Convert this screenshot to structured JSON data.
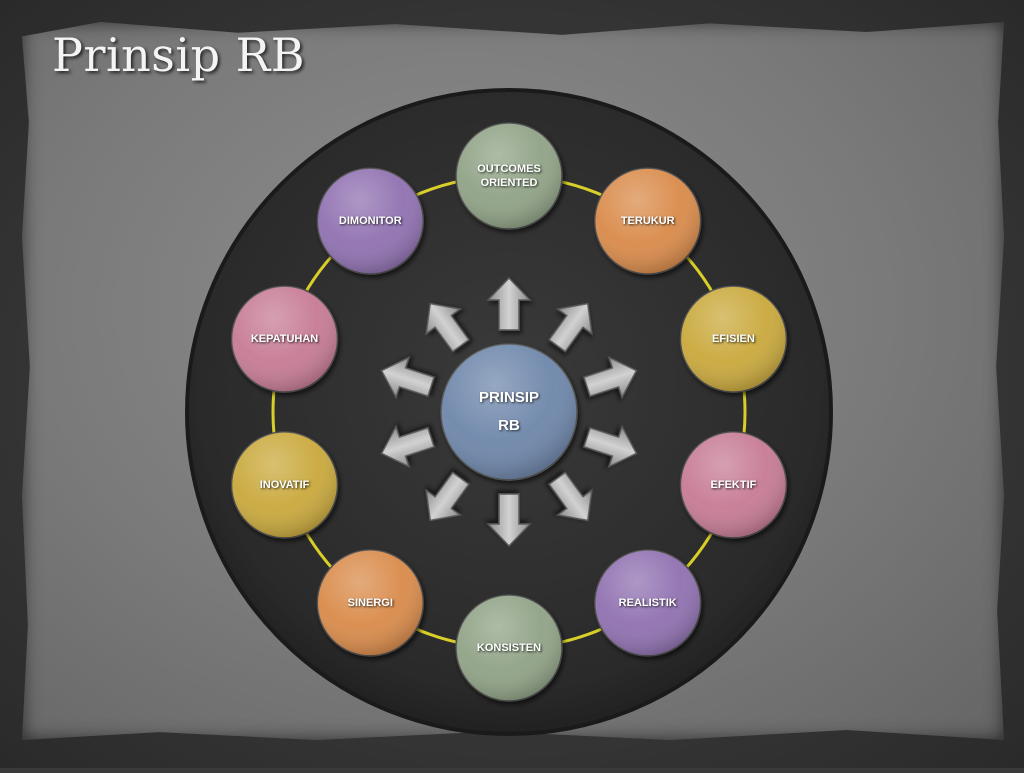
{
  "slide": {
    "title": "Prinsip RB"
  },
  "center": {
    "line1": "PRINSIP",
    "line2": "RB",
    "color": "#6d86aa"
  },
  "nodes": [
    {
      "key": "outcomes",
      "lines": [
        "OUTCOMES",
        "ORIENTED"
      ],
      "color": "#8fa285"
    },
    {
      "key": "terukur",
      "lines": [
        "TERUKUR"
      ],
      "color": "#d98a4a"
    },
    {
      "key": "efisien",
      "lines": [
        "EFISIEN"
      ],
      "color": "#c9a83a"
    },
    {
      "key": "efektif",
      "lines": [
        "EFEKTIF"
      ],
      "color": "#c67a93"
    },
    {
      "key": "realistik",
      "lines": [
        "REALISTIK"
      ],
      "color": "#8f6fb0"
    },
    {
      "key": "konsisten",
      "lines": [
        "KONSISTEN"
      ],
      "color": "#8fa285"
    },
    {
      "key": "sinergi",
      "lines": [
        "SINERGI"
      ],
      "color": "#d98a4a"
    },
    {
      "key": "inovatif",
      "lines": [
        "INOVATIF"
      ],
      "color": "#c9a83a"
    },
    {
      "key": "kepatuhan",
      "lines": [
        "KEPATUHAN"
      ],
      "color": "#c67a93"
    },
    {
      "key": "dimonitor",
      "lines": [
        "DIMONITOR"
      ],
      "color": "#8f6fb0"
    }
  ],
  "colors": {
    "ring_line": "#d8cf2a",
    "disc": "#2c2c2c",
    "arrow": "#b8b8b8"
  }
}
